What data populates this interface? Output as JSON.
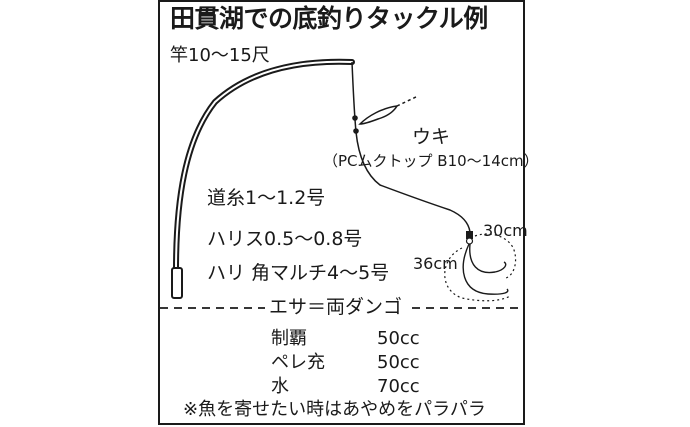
{
  "title": "田貫湖での底釣りタックル例",
  "rod": {
    "label": "竿10〜15尺"
  },
  "line": {
    "label": "道糸1〜1.2号"
  },
  "harris": {
    "label": "ハリス0.5〜0.8号"
  },
  "hook": {
    "label": "ハリ  角マルチ4〜5号"
  },
  "float": {
    "label": "ウキ",
    "spec": "（PCムクトップ B10〜14cm）"
  },
  "leader_lengths": {
    "short": "30cm",
    "long": "36cm"
  },
  "bait": {
    "title": "エサ＝両ダンゴ",
    "ingredients": [
      {
        "name": "制覇",
        "amount": "50cc"
      },
      {
        "name": "ペレ充",
        "amount": "50cc"
      },
      {
        "name": "水",
        "amount": "70cc"
      }
    ],
    "note": "※魚を寄せたい時はあやめをパラパラ"
  },
  "colors": {
    "ink": "#1a1a1a",
    "background": "#ffffff"
  }
}
